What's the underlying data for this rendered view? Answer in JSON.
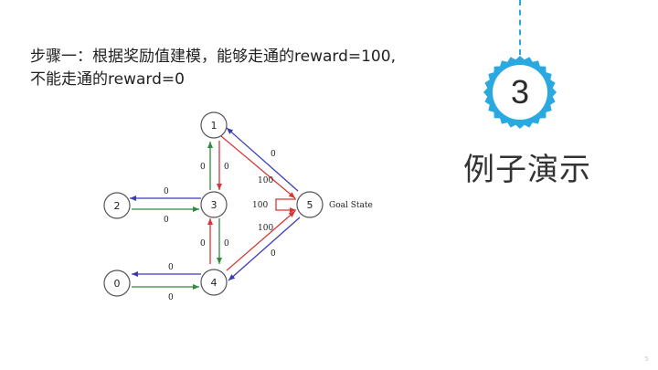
{
  "slide": {
    "step_line1": "步骤一：根据奖励值建模，能够走通的reward=100,",
    "step_line2": "不能走通的reward=0",
    "section_number": "3",
    "section_title": "例子演示",
    "page_number": "5"
  },
  "graph": {
    "nodes": [
      "0",
      "1",
      "2",
      "3",
      "4",
      "5"
    ],
    "goal_label": "Goal State",
    "edge_labels": {
      "e1_5_blue": "0",
      "e1_5_red": "100",
      "e5_self": "100",
      "e4_5_red": "100",
      "e5_4_blue": "0",
      "e3_2_blue": "0",
      "e2_3_green": "0",
      "e1_3_green": "0",
      "e3_1_red": "0",
      "e4_3_red": "0",
      "e3_4_green": "0",
      "e4_0_blue": "0",
      "e0_4_green": "0"
    }
  },
  "colors": {
    "accent": "#29a9e0",
    "edge_blue": "#3b3bb8",
    "edge_red": "#d93535",
    "edge_green": "#2e8b3e",
    "node_stroke": "#555555"
  }
}
